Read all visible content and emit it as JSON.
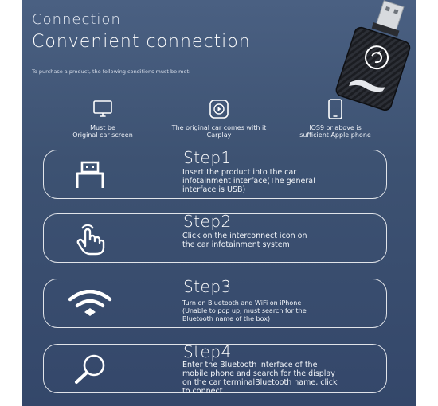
{
  "header": {
    "subtitle": "Connection",
    "title": "Convenient connection",
    "note": "To purchase a product, the following conditions must be met:"
  },
  "requirements": [
    {
      "icon": "monitor-icon",
      "lines": [
        "Must be",
        "Original car screen"
      ]
    },
    {
      "icon": "carplay-icon",
      "lines": [
        "The original car comes with it",
        "Carplay"
      ]
    },
    {
      "icon": "phone-icon",
      "lines": [
        "IOS9 or above is",
        "sufficient Apple phone"
      ]
    }
  ],
  "steps": [
    {
      "title": "Step1",
      "icon": "usb-icon",
      "lines": [
        "Insert the product into the car",
        "infotainment interface(The general",
        "interface is USB)"
      ]
    },
    {
      "title": "Step2",
      "icon": "tap-hand-icon",
      "lines": [
        "Click on the interconnect icon on",
        "the car infotainment system"
      ]
    },
    {
      "title": "Step3",
      "icon": "wifi-icon",
      "lines": [
        "Turn on Bluetooth and WiFi on iPhone",
        "(Unable to pop up, must search for the",
        "Bluetooth name of the box)"
      ]
    },
    {
      "title": "Step4",
      "icon": "search-icon",
      "lines": [
        "Enter the Bluetooth interface of the",
        "mobile phone and search for the display",
        "on the car terminalBluetooth name, click",
        "to connect"
      ]
    }
  ],
  "colors": {
    "panel_top": "#4a6082",
    "panel_bottom": "#34476a",
    "text": "#ffffff"
  }
}
